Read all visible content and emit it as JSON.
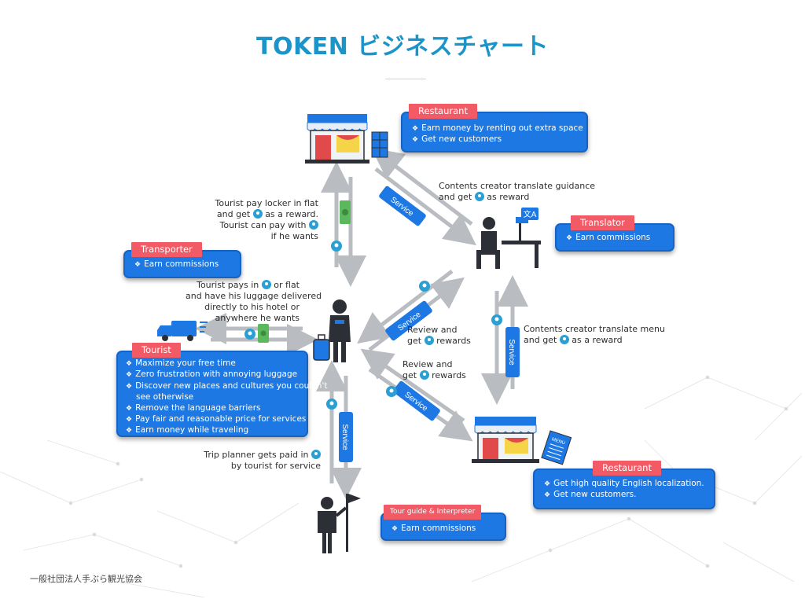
{
  "title": "TOKEN ビジネスチャート",
  "footer": "一般社団法人手ぶら観光協会",
  "callouts": {
    "restaurant_top": {
      "tag": "Restaurant",
      "items": [
        "Earn money by renting out extra space",
        "Get new customers"
      ]
    },
    "translator": {
      "tag": "Translator",
      "items": [
        "Earn commissions"
      ]
    },
    "transporter": {
      "tag": "Transporter",
      "items": [
        "Earn commissions"
      ]
    },
    "tourist": {
      "tag": "Tourist",
      "items": [
        "Maximize your free time",
        "Zero frustration with annoying luggage",
        "Discover new places and cultures you couldn't",
        "see otherwise",
        "Remove the language barriers",
        "Pay fair and reasonable price for services",
        "Earn money while traveling"
      ]
    },
    "restaurant_bottom": {
      "tag": "Restaurant",
      "items": [
        "Get high quality English localization.",
        "Get new customers."
      ]
    },
    "tour_guide": {
      "tag": "Tour guide & Interpreter",
      "items": [
        "Earn commissions"
      ]
    }
  },
  "notes": {
    "locker": [
      "Tourist pay locker in flat",
      "and get",
      "as a reward.",
      "Tourist can pay with",
      "if he wants"
    ],
    "delivery": [
      "Tourist pays in",
      "or flat",
      "and have his luggage delivered",
      "directly to his hotel or",
      "anywhere he wants"
    ],
    "translate_guidance": [
      "Contents creator translate guidance",
      "and get",
      "as reward"
    ],
    "review1": [
      "Review and",
      "get",
      "rewards"
    ],
    "review2": [
      "Review and",
      "get",
      "rewards"
    ],
    "translate_menu": [
      "Contents creator translate menu",
      "and get",
      "as a reward"
    ],
    "trip_planner": [
      "Trip planner gets paid in",
      "by tourist for service"
    ]
  },
  "arrow_labels": {
    "service": "Service",
    "menu": "MENU"
  },
  "colors": {
    "title": "#1a94c9",
    "callout": "#1e78e3",
    "tag": "#f25a66",
    "arrow": "#b9bcc0",
    "service_band": "#1e78e3",
    "coin": "#2a9fd3",
    "person": "#2c2f35"
  },
  "icons": [
    "shop-icon",
    "locker-icon",
    "translator-person-icon",
    "tourist-person-icon",
    "luggage-icon",
    "delivery-truck-icon",
    "cash-icon",
    "coin-icon",
    "menu-card-icon",
    "tour-guide-flag-icon"
  ]
}
